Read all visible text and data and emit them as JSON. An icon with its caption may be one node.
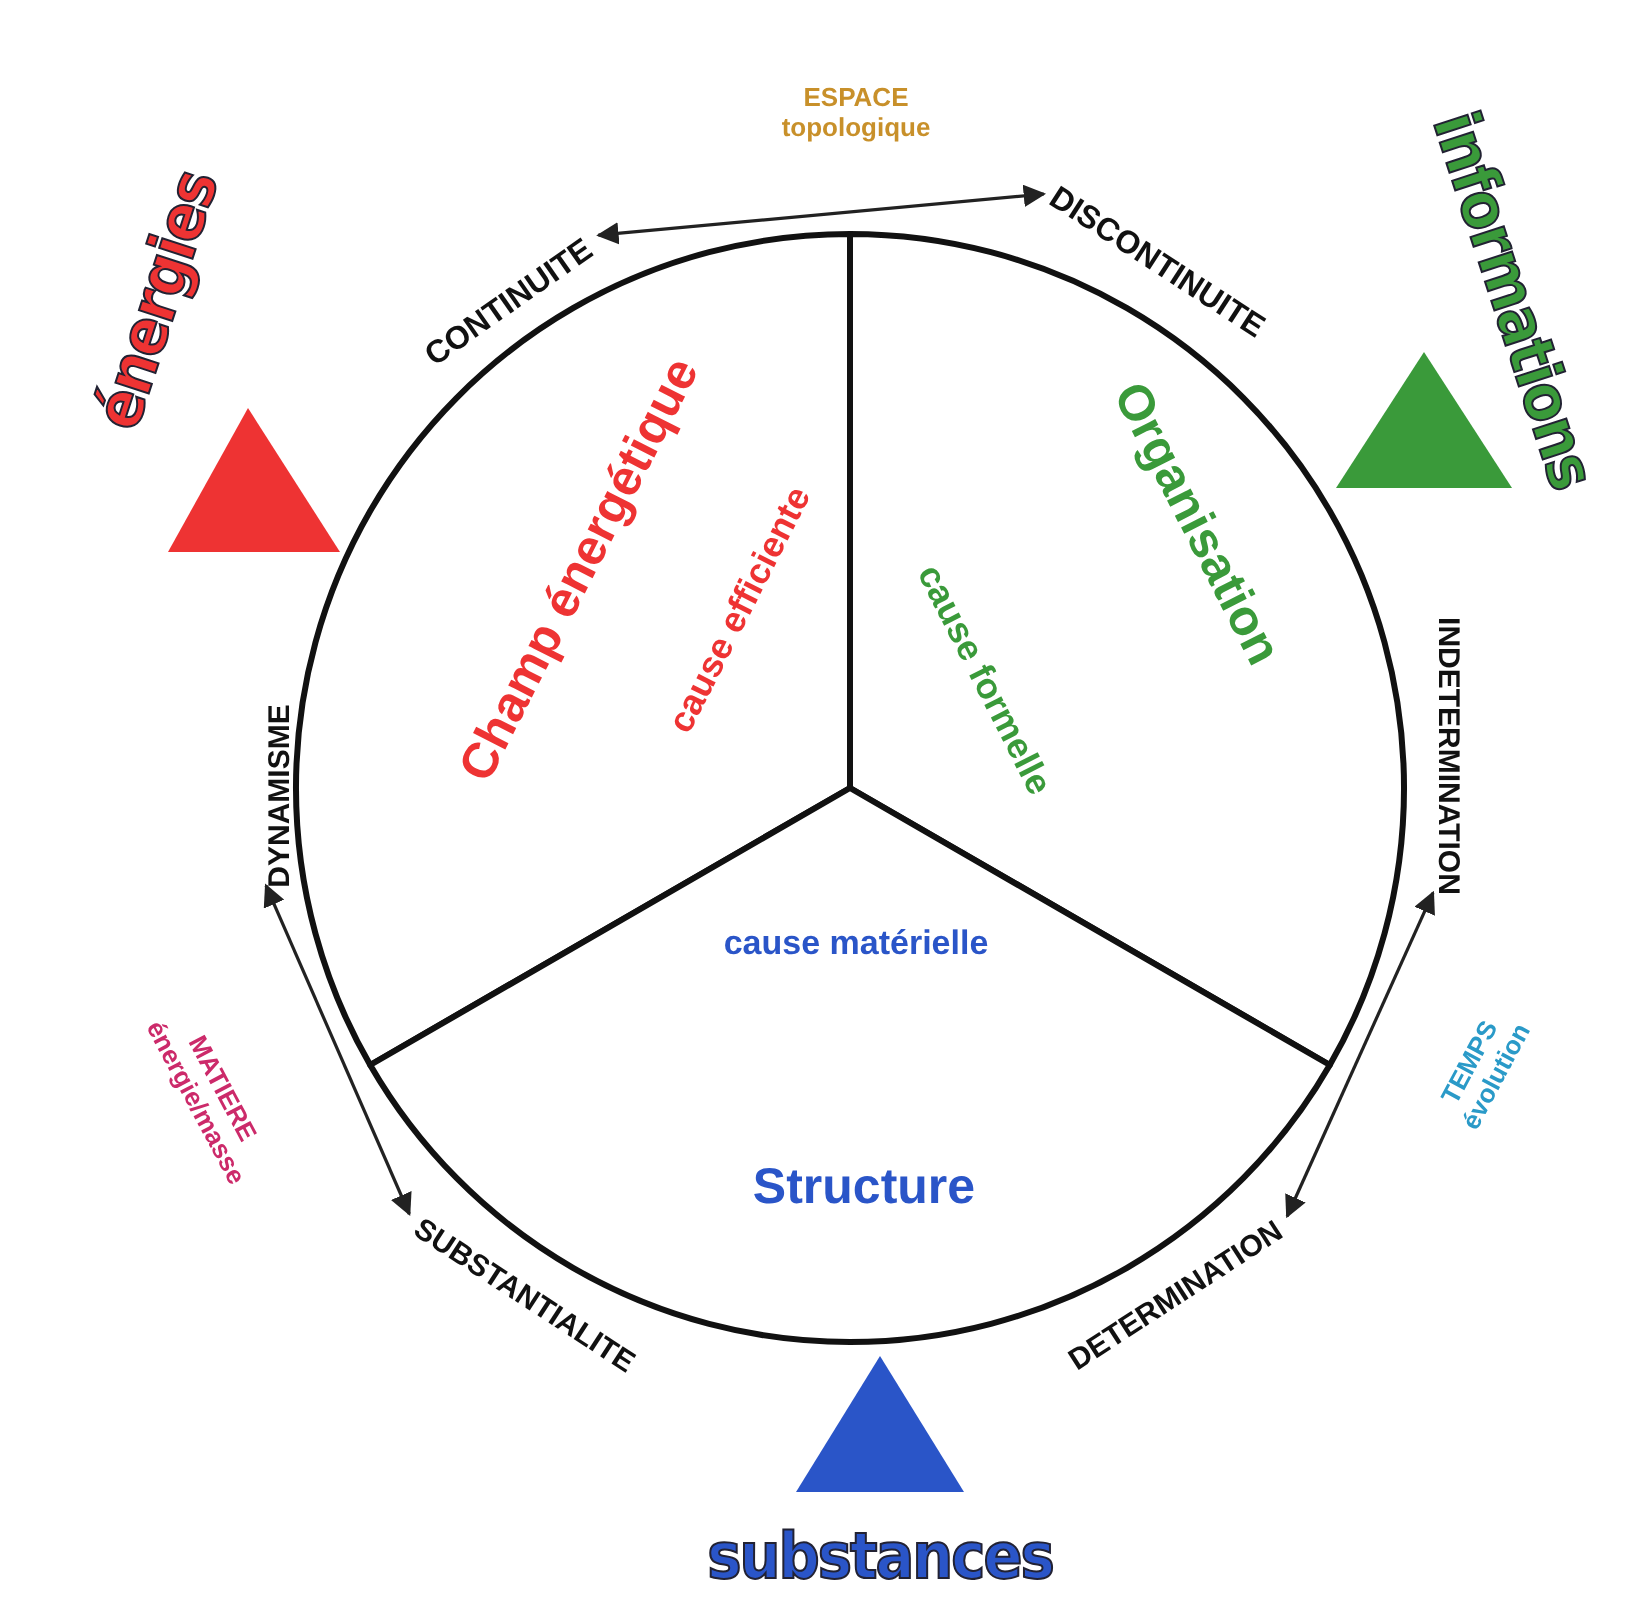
{
  "diagram": {
    "nodes": [
      {
        "text": [
          "CONTINUITE"
        ]
      },
      {
        "text": [
          "DISCONTINUITE"
        ]
      },
      {
        "text": [
          "énergies"
        ]
      },
      {
        "text": [
          "informations"
        ]
      },
      {
        "text": [
          "Champ énergétique",
          "cause efficiente"
        ]
      },
      {
        "text": [
          "Organisation",
          "cause formelle"
        ]
      },
      {
        "text": [
          "DYNAMISME"
        ]
      },
      {
        "text": [
          "INDETERMINATION"
        ]
      },
      {
        "text": [
          "cause matérielle",
          "Structure"
        ]
      },
      {
        "text": [
          "SUBSTANTIALITE"
        ]
      },
      {
        "text": [
          "DETERMINATION"
        ]
      },
      {
        "text": [
          "substances"
        ]
      }
    ],
    "edges": [
      {
        "from": 0,
        "to": 1,
        "arrow": "both",
        "label": "ESPACE topologique"
      },
      {
        "from": 6,
        "to": 9,
        "arrow": "both",
        "label": "MATIERE énergie/masse"
      },
      {
        "from": 7,
        "to": 10,
        "arrow": "both",
        "label": "TEMPS évolution"
      }
    ]
  }
}
